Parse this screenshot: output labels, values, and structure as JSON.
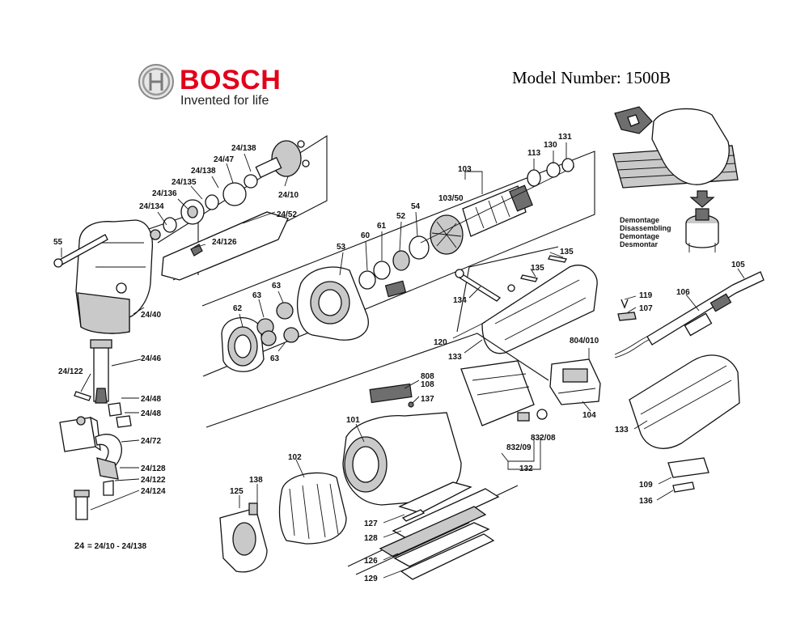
{
  "brand": {
    "name": "BOSCH",
    "tagline": "Invented for life",
    "color": "#e2001a",
    "logo": "bosch-armature-logo"
  },
  "model": {
    "text": "Model Number: 1500B"
  },
  "inset_text": [
    "Demontage",
    "Disassembling",
    "Demontage",
    "Desmontar"
  ],
  "formula": {
    "key": "24",
    "text": "= 24/10 - 24/138"
  },
  "part_labels": [
    "55",
    "24/40",
    "24/46",
    "24/122",
    "24/48",
    "24/48",
    "24/72",
    "24/128",
    "24/122",
    "24/124",
    "24/134",
    "24/136",
    "24/135",
    "24/138",
    "24/47",
    "24/138",
    "24/10",
    "24/52",
    "24/126",
    "53",
    "60",
    "61",
    "52",
    "54",
    "103",
    "103/50",
    "113",
    "130",
    "131",
    "62",
    "63",
    "63",
    "63",
    "135",
    "135",
    "134",
    "120",
    "133",
    "105",
    "106",
    "119",
    "107",
    "804/010",
    "104",
    "133",
    "109",
    "136",
    "808",
    "108",
    "137",
    "101",
    "832/09",
    "832/08",
    "132",
    "102",
    "138",
    "125",
    "127",
    "128",
    "126",
    "129"
  ],
  "colors": {
    "line": "#111111",
    "shade": "#c9c9c9",
    "background": "#ffffff"
  }
}
